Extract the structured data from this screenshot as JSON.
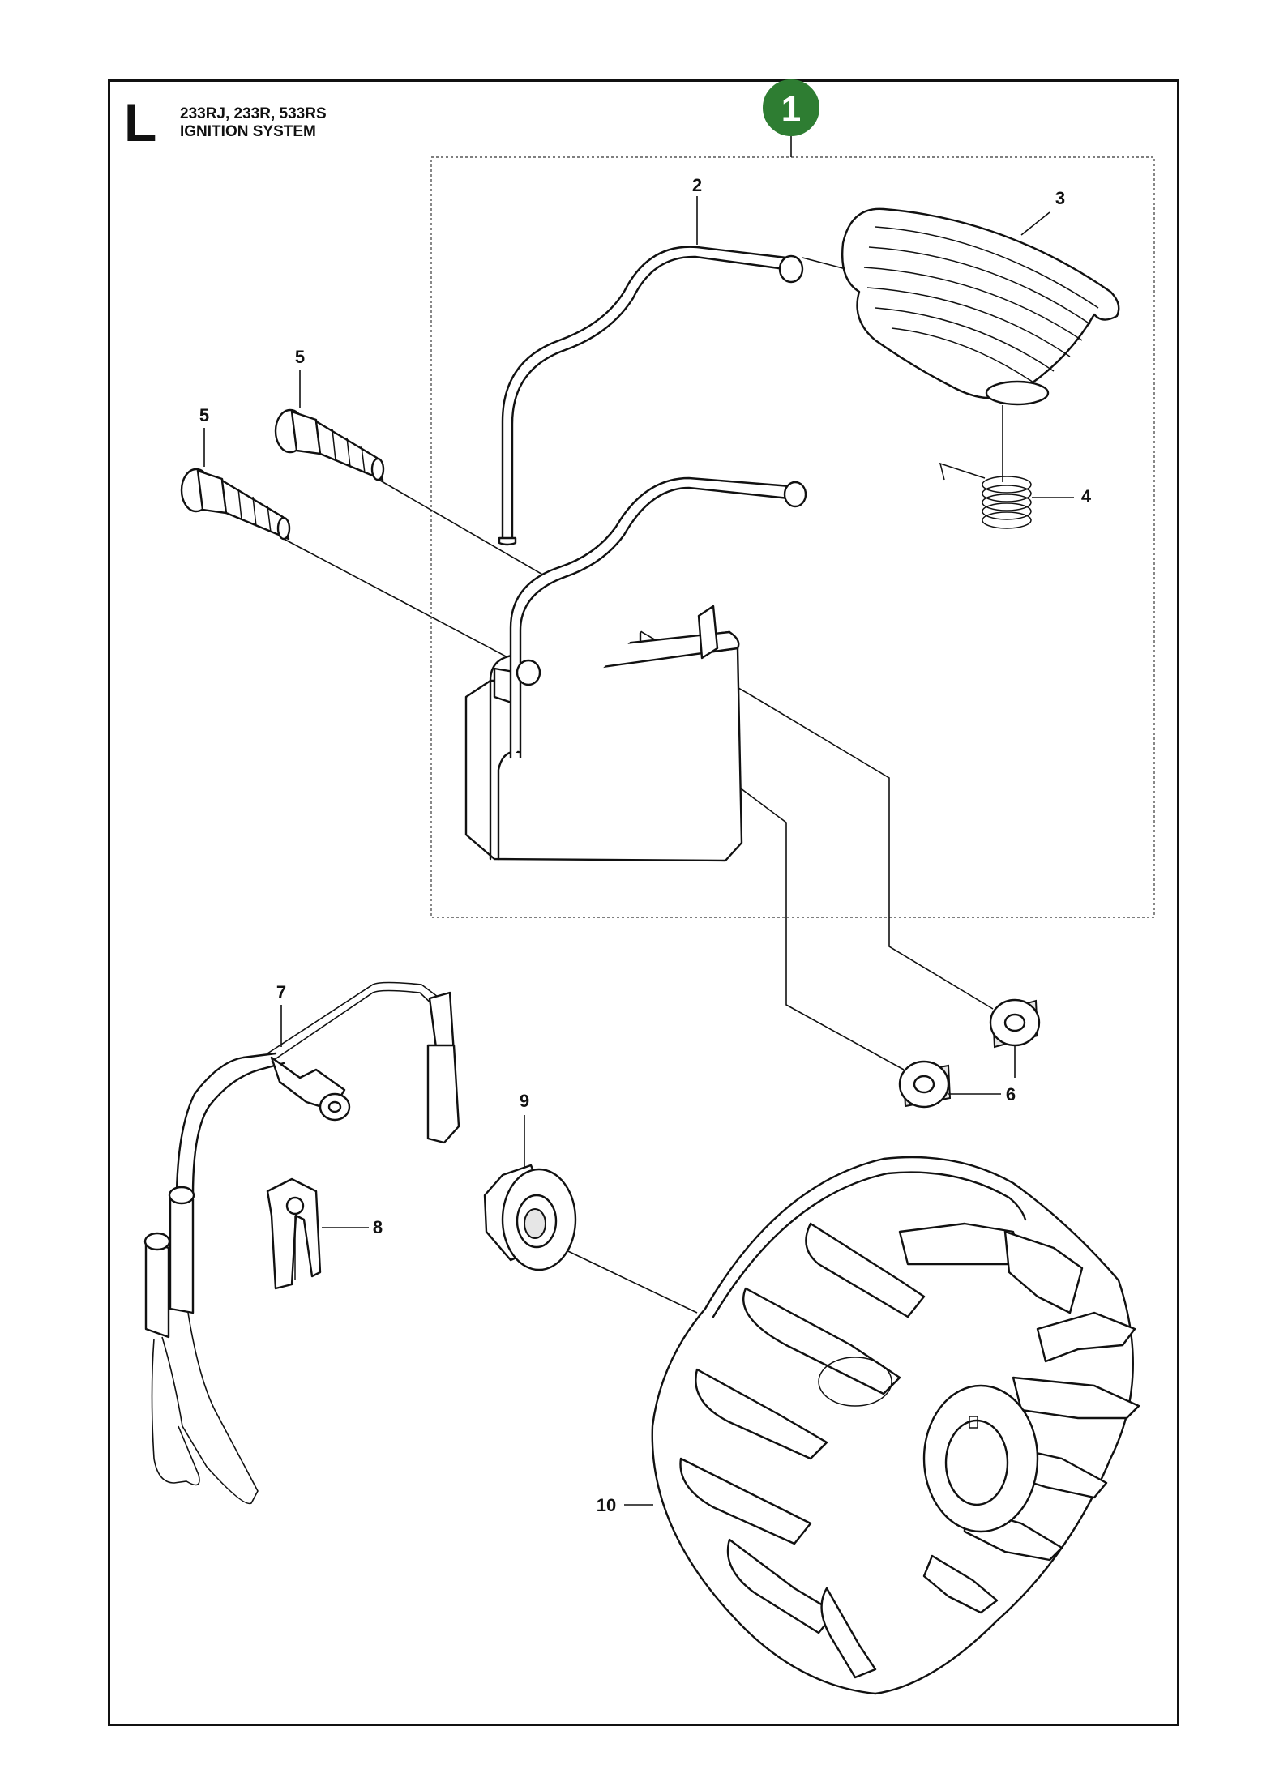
{
  "header": {
    "section_letter": "L",
    "models": "233RJ, 233R, 533RS",
    "section_title": "IGNITION SYSTEM"
  },
  "kit_badge": {
    "number": "1",
    "color": "#2e7d32",
    "text_color": "#ffffff"
  },
  "callouts": {
    "c2": "2",
    "c3": "3",
    "c4": "4",
    "c5a": "5",
    "c5b": "5",
    "c6": "6",
    "c7": "7",
    "c8": "8",
    "c9": "9",
    "c10": "10"
  }
}
